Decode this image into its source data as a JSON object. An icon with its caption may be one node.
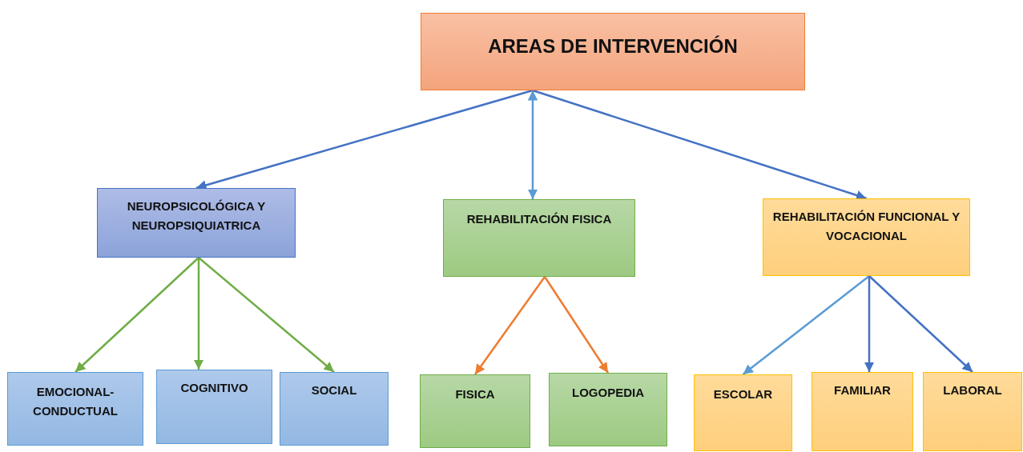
{
  "diagram": {
    "nodes": [
      {
        "text": [
          "AREAS DE INTERVENCIÓN"
        ]
      },
      {
        "text": [
          "NEUROPSICOLÓGICA Y NEUROPSIQUIATRICA"
        ]
      },
      {
        "text": [
          "REHABILITACIÓN FISICA"
        ]
      },
      {
        "text": [
          "REHABILITACIÓN FUNCIONAL Y VOCACIONAL"
        ]
      },
      {
        "text": [
          "EMOCIONAL- CONDUCTUAL"
        ]
      },
      {
        "text": [
          "COGNITIVO"
        ]
      },
      {
        "text": [
          "SOCIAL"
        ]
      },
      {
        "text": [
          "FISICA"
        ]
      },
      {
        "text": [
          "LOGOPEDIA"
        ]
      },
      {
        "text": [
          "ESCOLAR"
        ]
      },
      {
        "text": [
          "FAMILIAR"
        ]
      },
      {
        "text": [
          "LABORAL"
        ]
      }
    ],
    "edges": [
      {
        "from": 0,
        "to": 1,
        "arrow": "to",
        "color": "#4472c4"
      },
      {
        "from": 0,
        "to": 2,
        "arrow": "both",
        "color": "#5b9bd5"
      },
      {
        "from": 0,
        "to": 3,
        "arrow": "to",
        "color": "#4472c4"
      },
      {
        "from": 1,
        "to": 4,
        "arrow": "to",
        "color": "#70ad47"
      },
      {
        "from": 1,
        "to": 5,
        "arrow": "to",
        "color": "#70ad47"
      },
      {
        "from": 1,
        "to": 6,
        "arrow": "to",
        "color": "#70ad47"
      },
      {
        "from": 2,
        "to": 7,
        "arrow": "to",
        "color": "#ed7d31"
      },
      {
        "from": 2,
        "to": 8,
        "arrow": "to",
        "color": "#ed7d31"
      },
      {
        "from": 3,
        "to": 9,
        "arrow": "to",
        "color": "#5b9bd5"
      },
      {
        "from": 3,
        "to": 10,
        "arrow": "to",
        "color": "#4472c4"
      },
      {
        "from": 3,
        "to": 11,
        "arrow": "to",
        "color": "#4472c4"
      }
    ]
  }
}
